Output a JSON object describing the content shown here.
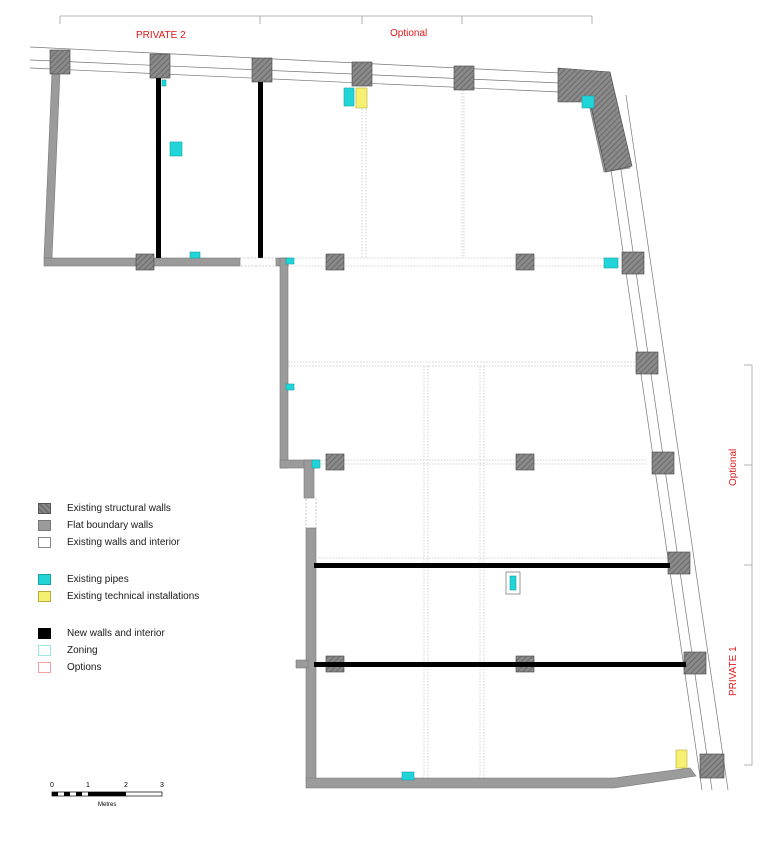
{
  "labels": {
    "private_2": "PRIVATE 2",
    "optional_top": "Optional",
    "optional_right": "Optional",
    "private_1": "PRIVATE 1"
  },
  "legend": {
    "existing_structural_walls": "Existing structural walls",
    "flat_boundary_walls": "Flat boundary walls",
    "existing_walls_interior": "Existing walls and interior",
    "existing_pipes": "Existing pipes",
    "existing_technical": "Existing technical installations",
    "new_walls_interior": "New walls and interior",
    "zoning": "Zoning",
    "options": "Options"
  },
  "scale": {
    "ticks": [
      "0",
      "1",
      "2",
      "3"
    ],
    "unit": "Metres"
  },
  "colors": {
    "structural": "#7a7a7a",
    "boundary": "#9b9b9b",
    "pipes": "#21d4d8",
    "technical": "#f5ef72",
    "new_walls": "#000000",
    "zoning": "#9ce6ea",
    "options": "#f2a0a0",
    "label_red": "#e01818"
  }
}
